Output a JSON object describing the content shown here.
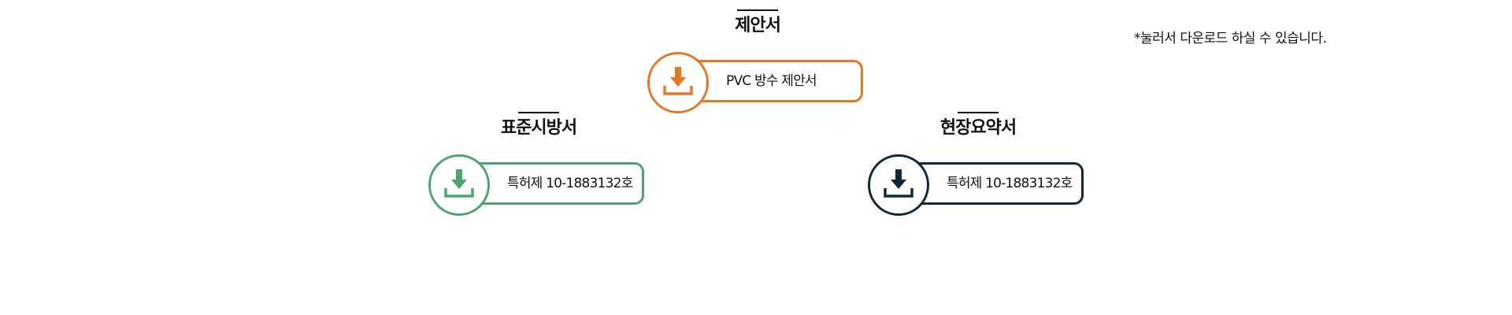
{
  "note": "*눌러서 다운로드 하실 수 있습니다.",
  "sections": [
    {
      "title": "제안서",
      "button_label": "PVC 방수 제안서",
      "color": "#E87722",
      "icon": "download-icon"
    },
    {
      "title": "표준시방서",
      "button_label": "특허제 10-1883132호",
      "color": "#4CA571",
      "icon": "download-icon"
    },
    {
      "title": "현장요약서",
      "button_label": "특허제 10-1883132호",
      "color": "#0E2A3A",
      "icon": "download-icon"
    }
  ]
}
